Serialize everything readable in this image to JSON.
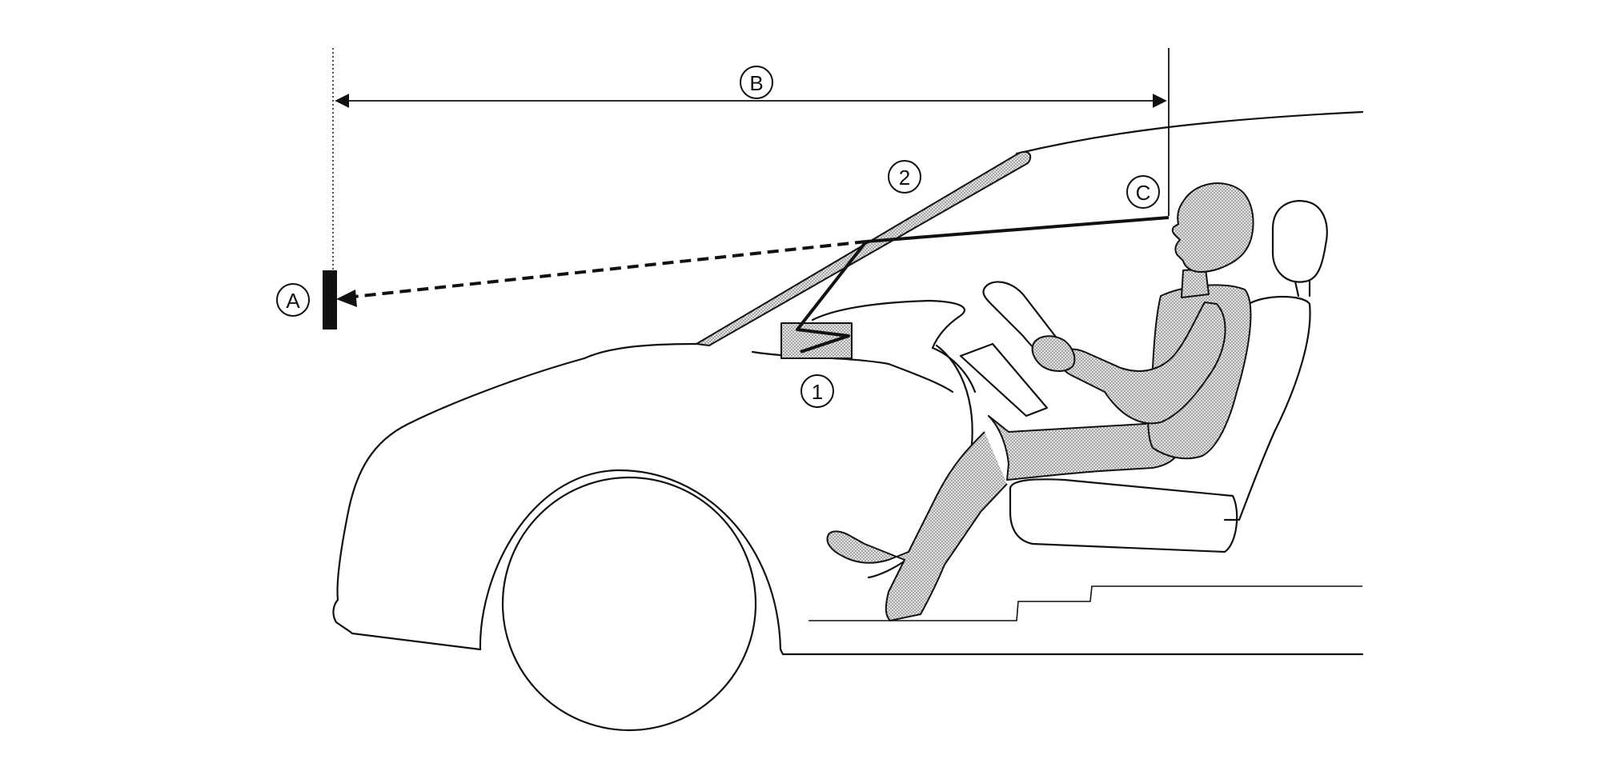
{
  "labels": {
    "target": "A",
    "distance": "B",
    "eye_point": "C",
    "projector_unit": "1",
    "windshield": "2"
  },
  "colors": {
    "line": "#111111",
    "stipple": "#8a8a8a",
    "background": "#ffffff"
  }
}
